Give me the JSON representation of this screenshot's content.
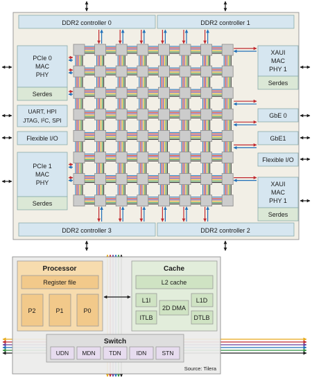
{
  "colors": {
    "chip_bg": "#f2efe6",
    "blue_box": "#d6e6f0",
    "green_box": "#dbe8d6",
    "tile": "#cccccc",
    "detail_bg": "#ececea",
    "processor_bg": "#f7dcae",
    "processor_inner": "#f2c98a",
    "cache_bg": "#e2eddb",
    "cache_inner": "#cfe3c3",
    "switch_bg": "#dedede",
    "switch_inner": "#e7dcef",
    "arrow_red": "#c0282e",
    "arrow_blue": "#1f6fb8",
    "bus": [
      "#1f6fb8",
      "#c0282e",
      "#6a3d9a",
      "#e6a817",
      "#2f8f3e",
      "#1a1a1a"
    ]
  },
  "ddr_top": [
    "DDR2 controller 0",
    "DDR2 controller 1"
  ],
  "ddr_bottom": [
    "DDR2 controller 3",
    "DDR2 controller 2"
  ],
  "left_blocks": {
    "pcie0": [
      "PCIe 0",
      "MAC",
      "PHY"
    ],
    "pcie0_serdes": "Serdes",
    "uart": [
      "UART, HPI",
      "JTAG, I²C, SPI"
    ],
    "flexible_io": "Flexible I/O",
    "pcie1": [
      "PCIe 1",
      "MAC",
      "PHY"
    ],
    "pcie1_serdes": "Serdes"
  },
  "right_blocks": {
    "xaui_top": [
      "XAUI",
      "MAC",
      "PHY 1"
    ],
    "xaui_top_serdes": "Serdes",
    "gbe0": "GbE 0",
    "gbe1": "GbE1",
    "flexible_io": "Flexible I/O",
    "xaui_bottom": [
      "XAUI",
      "MAC",
      "PHY 1"
    ],
    "xaui_bottom_serdes": "Serdes"
  },
  "processor": {
    "title": "Processor",
    "register_file": "Register file",
    "pipelines": [
      "P2",
      "P1",
      "P0"
    ]
  },
  "cache": {
    "title": "Cache",
    "l2": "L2 cache",
    "l1i": "L1I",
    "itlb": "ITLB",
    "dma": "2D DMA",
    "l1d": "L1D",
    "dtlb": "DTLB"
  },
  "switch": {
    "title": "Switch",
    "networks": [
      "UDN",
      "MDN",
      "TDN",
      "IDN",
      "STN"
    ]
  },
  "source": "Source: Tilera"
}
